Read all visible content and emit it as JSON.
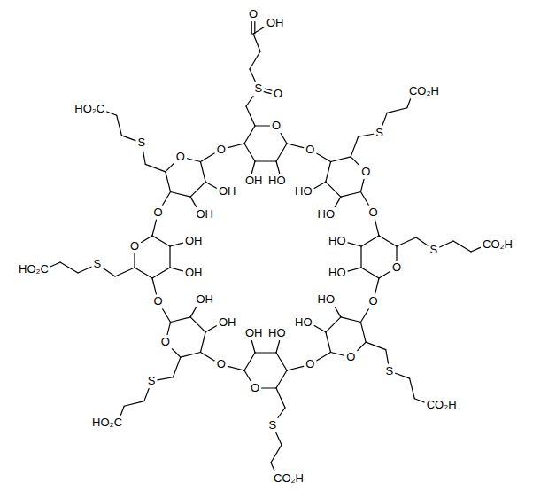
{
  "diagram": {
    "labels": [
      "O",
      "O",
      "HO",
      "OH",
      "S",
      "O",
      "O",
      "OH",
      "O",
      "O",
      "HO",
      "HO",
      "S",
      "CO₂H",
      "O",
      "O",
      "HO",
      "HO",
      "S",
      "CO₂H",
      "O",
      "O",
      "HO",
      "HO",
      "S",
      "CO₂H",
      "O",
      "O",
      "OH",
      "HO",
      "S",
      "CO₂H",
      "O",
      "O",
      "OH",
      "OH",
      "S",
      "HO₂C",
      "O",
      "O",
      "OH",
      "OH",
      "S",
      "HO₂C",
      "O",
      "O",
      "OH",
      "OH",
      "S",
      "HO₂C"
    ]
  }
}
